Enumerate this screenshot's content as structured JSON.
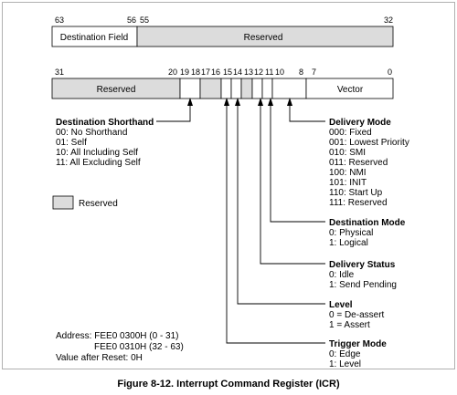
{
  "colors": {
    "reserved_fill": "#dcdcdc",
    "line": "#000000",
    "border": "#b0b0b0"
  },
  "upper_register": {
    "bit_labels": [
      "63",
      "56",
      "55",
      "32"
    ],
    "fields": [
      "Destination Field",
      "Reserved"
    ]
  },
  "lower_register": {
    "bit_labels": [
      "31",
      "20",
      "19",
      "18",
      "17",
      "16",
      "15",
      "14",
      "13",
      "12",
      "11",
      "10",
      "8",
      "7",
      "0"
    ],
    "fields": [
      "Reserved",
      "Vector"
    ]
  },
  "destination_shorthand": {
    "title": "Destination Shorthand",
    "items": [
      "00: No Shorthand",
      "01: Self",
      "10: All Including Self",
      "11: All Excluding Self"
    ]
  },
  "legend": {
    "label": "Reserved"
  },
  "delivery_mode": {
    "title": "Delivery Mode",
    "items": [
      "000: Fixed",
      "001: Lowest Priority",
      "010: SMI",
      "011: Reserved",
      "100: NMI",
      "101: INIT",
      "110: Start Up",
      "111: Reserved"
    ]
  },
  "destination_mode": {
    "title": "Destination Mode",
    "items": [
      "0: Physical",
      "1: Logical"
    ]
  },
  "delivery_status": {
    "title": "Delivery Status",
    "items": [
      "0: Idle",
      "1: Send Pending"
    ]
  },
  "level": {
    "title": "Level",
    "items": [
      "0 = De-assert",
      "1 = Assert"
    ]
  },
  "trigger_mode": {
    "title": "Trigger Mode",
    "items": [
      "0: Edge",
      "1: Level"
    ]
  },
  "address": {
    "line1": "Address: FEE0 0300H (0 - 31)",
    "line2": "FEE0 0310H (32 - 63)",
    "reset": "Value after Reset: 0H"
  },
  "caption": "Figure 8-12.  Interrupt Command Register (ICR)"
}
